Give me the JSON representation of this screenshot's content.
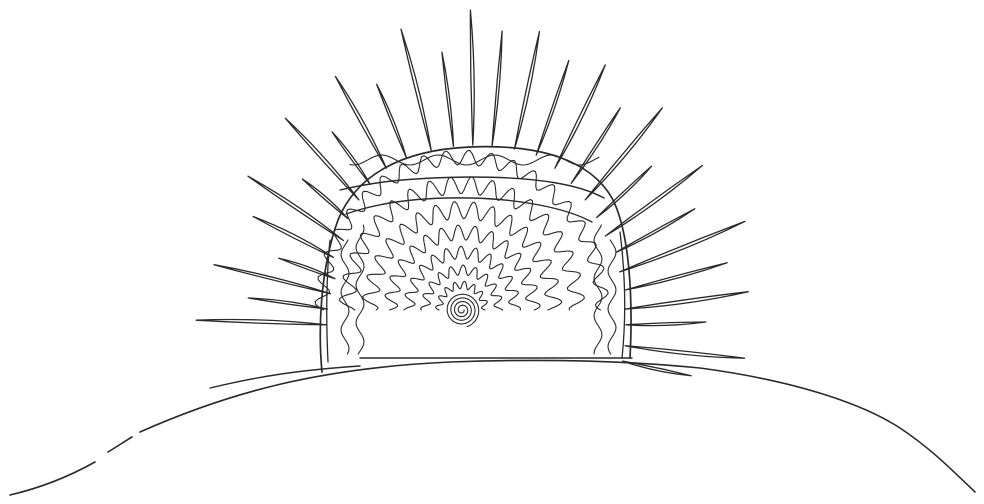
{
  "colors": {
    "background": "#ffffff",
    "ink": "#2a2a2a"
  },
  "drawing": {
    "elements": [
      "hill-horizon",
      "sun-dome",
      "sun-rays",
      "inner-swirls"
    ]
  }
}
